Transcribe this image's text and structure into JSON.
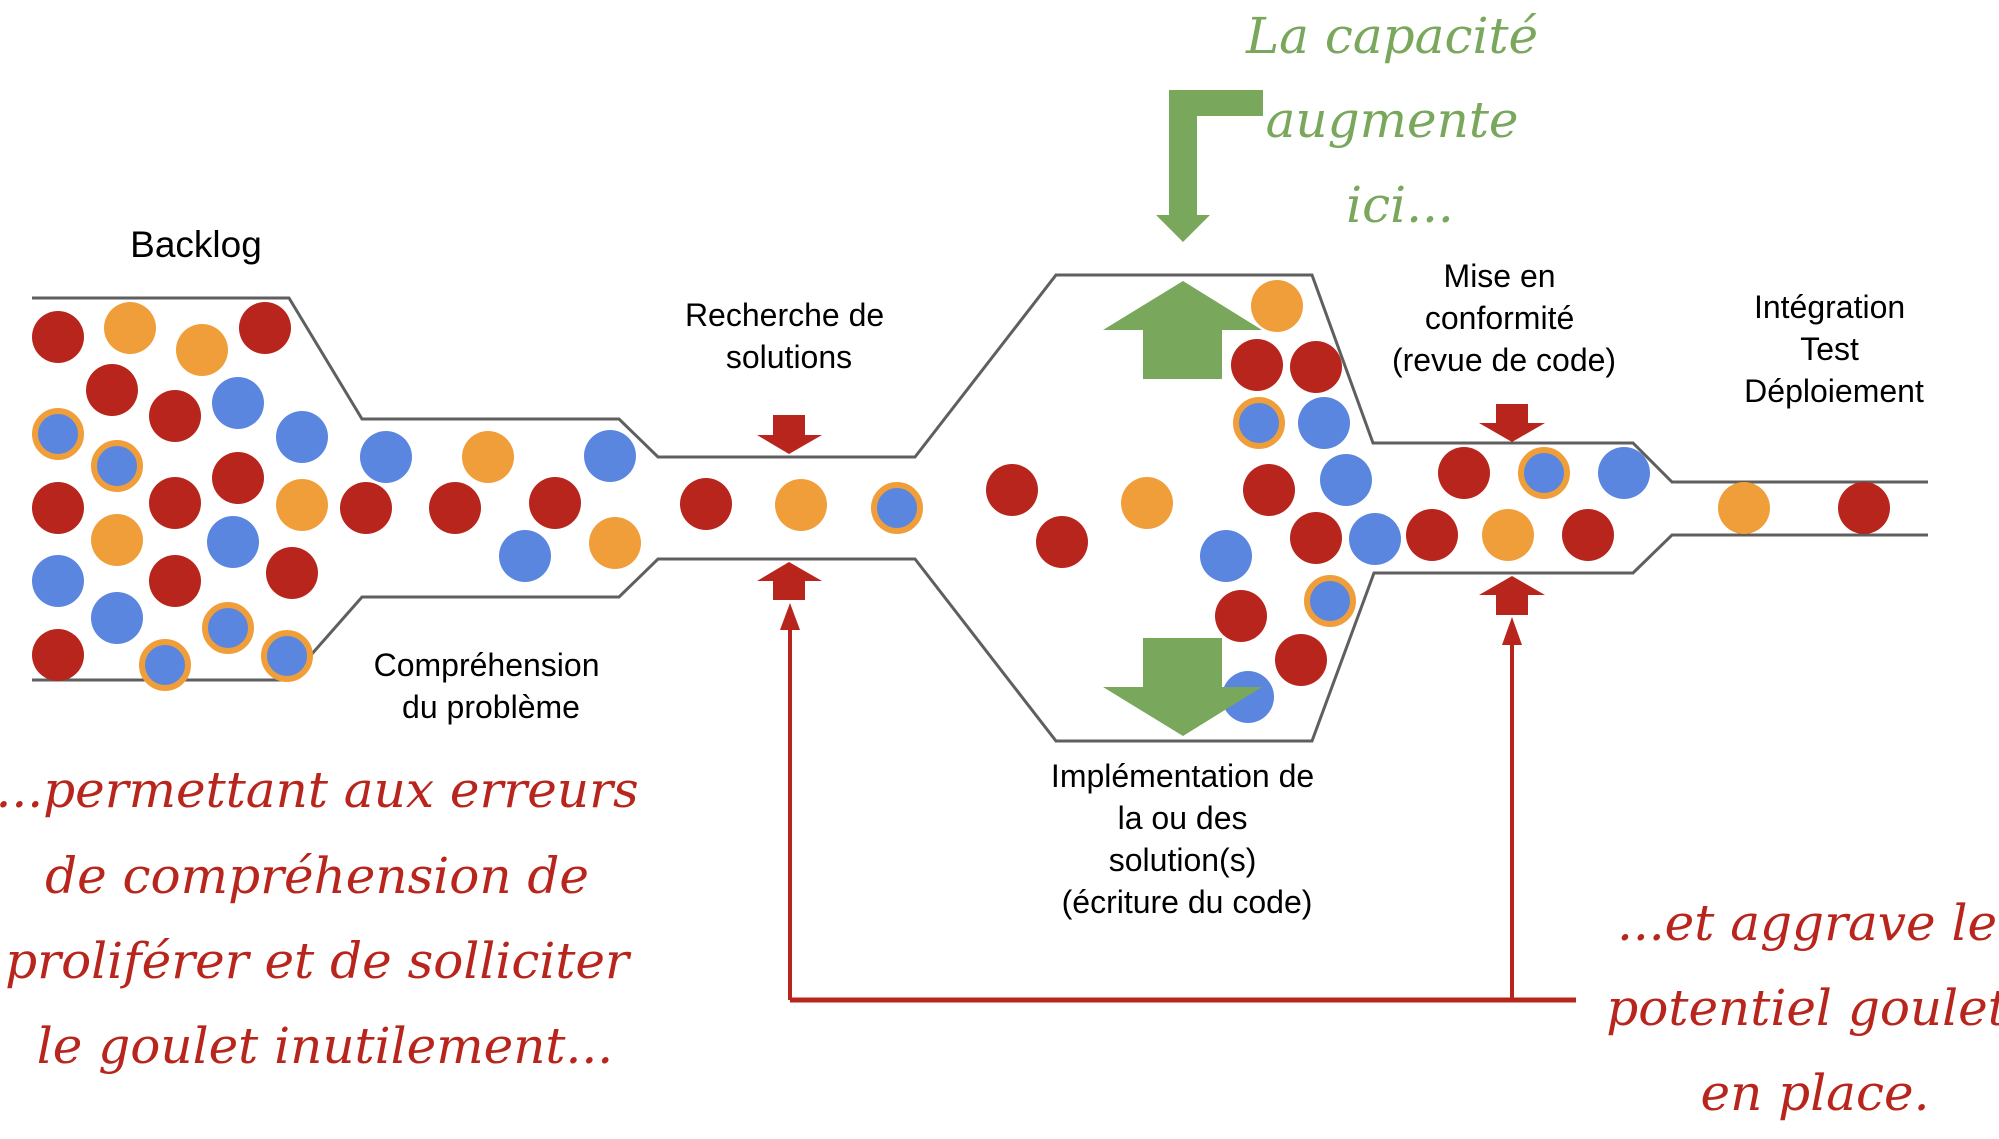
{
  "colors": {
    "red": "#b8251c",
    "orange": "#f09e3a",
    "blue": "#5a86e0",
    "ring": "#f09e3a",
    "green": "#79a75c",
    "annotation_red": "#b8251c",
    "pipe": "#5f5f5f",
    "text": "#000000"
  },
  "stages": [
    {
      "id": "backlog",
      "label_lines": [
        "Backlog"
      ]
    },
    {
      "id": "comprehension",
      "label_lines": [
        "Compréhension",
        "du problème"
      ]
    },
    {
      "id": "recherche",
      "label_lines": [
        "Recherche de",
        "solutions"
      ]
    },
    {
      "id": "implementation",
      "label_lines": [
        "Implémentation de",
        "la ou des",
        "solution(s)",
        "(écriture du code)"
      ]
    },
    {
      "id": "conformite",
      "label_lines": [
        "Mise en",
        "conformité",
        "(revue de code)"
      ]
    },
    {
      "id": "integration",
      "label_lines": [
        "Intégration",
        "Test",
        "Déploiement"
      ]
    }
  ],
  "annotations": {
    "capacity": [
      "La capacité",
      "augmente",
      "ici..."
    ],
    "errors": [
      "...permettant aux erreurs",
      "de compréhension de",
      "proliférer et de solliciter",
      "le goulet inutilement..."
    ],
    "bottleneck": [
      "...et aggrave le",
      "potentiel goulet",
      "en place."
    ]
  },
  "items": {
    "backlog": [
      "red",
      "orange",
      "orange",
      "red",
      "red",
      "red",
      "blue",
      "ring",
      "ring",
      "blue",
      "red",
      "red",
      "red",
      "orange",
      "orange",
      "blue",
      "blue",
      "red",
      "red",
      "blue",
      "ring",
      "red",
      "ring",
      "ring"
    ],
    "comprehension": [
      "blue",
      "orange",
      "blue",
      "red",
      "red",
      "red",
      "blue",
      "orange"
    ],
    "recherche": [
      "red",
      "orange",
      "ring"
    ],
    "implementation": [
      "red",
      "red",
      "orange",
      "orange",
      "red",
      "red",
      "ring",
      "blue",
      "red",
      "blue",
      "red",
      "blue",
      "blue",
      "ring",
      "red",
      "red",
      "blue"
    ],
    "conformite": [
      "red",
      "ring",
      "blue",
      "red",
      "orange",
      "red"
    ],
    "integration": [
      "orange",
      "red"
    ]
  }
}
